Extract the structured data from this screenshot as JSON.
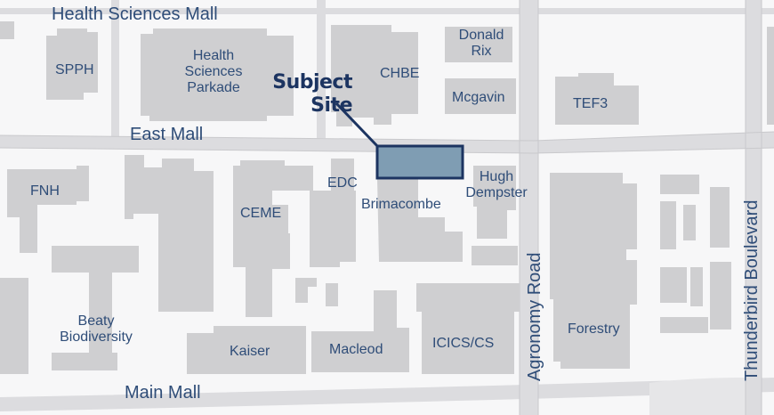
{
  "streets": {
    "health_sciences_mall": "Health Sciences Mall",
    "east_mall": "East Mall",
    "main_mall": "Main Mall",
    "agronomy_road": "Agronomy Road",
    "thunderbird_boulevard": "Thunderbird Boulevard"
  },
  "buildings": {
    "spph": "SPPH",
    "health_sciences_parkade": [
      "Health",
      "Sciences",
      "Parkade"
    ],
    "chbe": "CHBE",
    "donald_rix": [
      "Donald",
      "Rix"
    ],
    "mcgavin": "Mcgavin",
    "tef3": "TEF3",
    "fnh": "FNH",
    "ceme": "CEME",
    "edc": "EDC",
    "brimacombe": "Brimacombe",
    "hugh_dempster": [
      "Hugh",
      "Dempster"
    ],
    "beaty_biodiversity": [
      "Beaty",
      "Biodiversity"
    ],
    "kaiser": "Kaiser",
    "macleod": "Macleod",
    "icics_cs": "ICICS/CS",
    "forestry": "Forestry"
  },
  "subject_site": [
    "Subject",
    "Site"
  ],
  "colors": {
    "background": "#f7f7f8",
    "road": "#dcdcdf",
    "building": "#cfcfd1",
    "label": "#2f4d78",
    "site_fill": "#7f9db3",
    "site_outline": "#1c3461"
  }
}
